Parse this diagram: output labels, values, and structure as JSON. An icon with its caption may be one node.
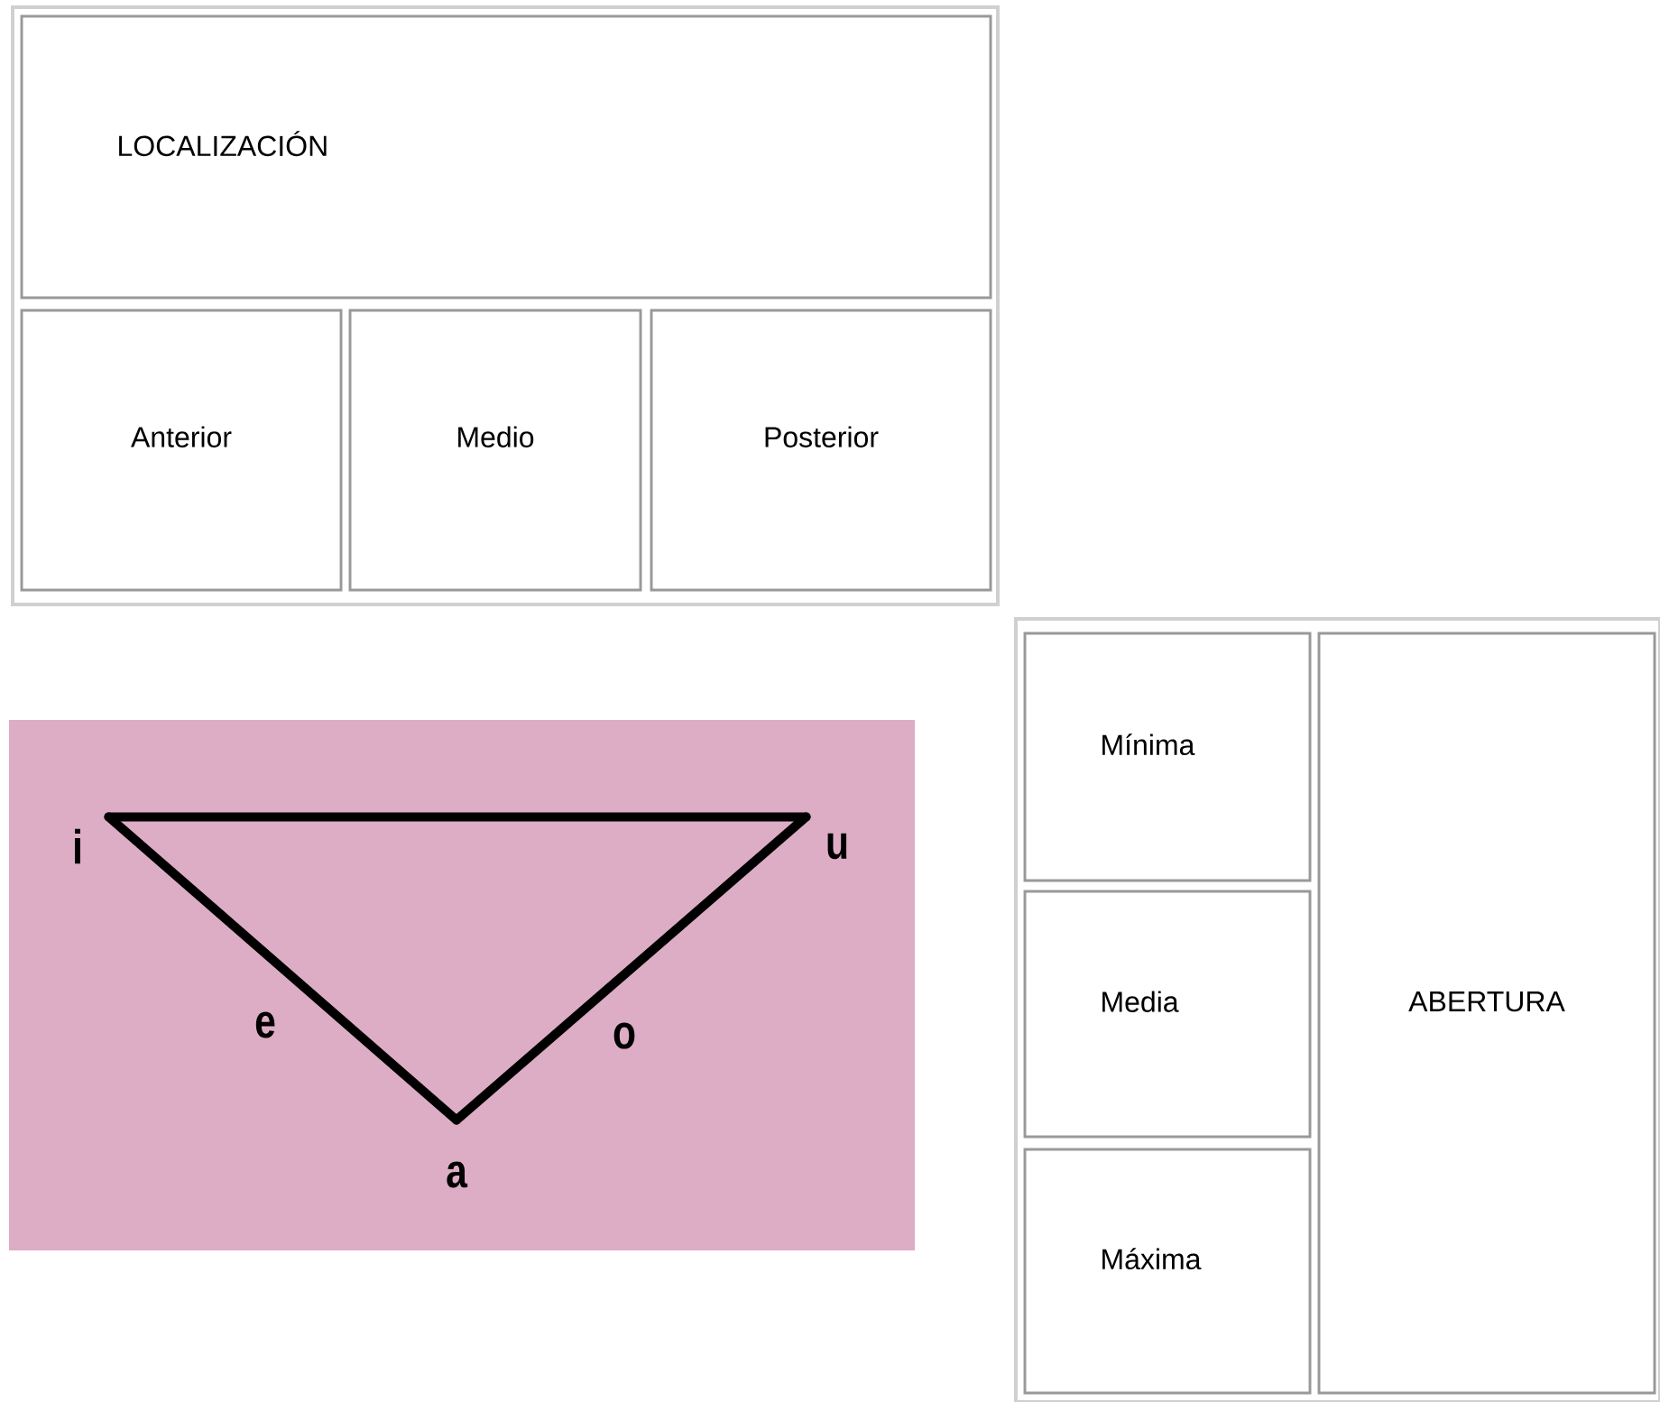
{
  "diagram": {
    "nodes": [
      {
        "text": [],
        "shape": "box"
      },
      {
        "text": [
          "LOCALIZACIÓN"
        ],
        "in": 0
      },
      {
        "text": [
          "Anterior"
        ],
        "in": 0
      },
      {
        "text": [
          "Medio"
        ],
        "in": 0
      },
      {
        "text": [
          "Posterior"
        ],
        "in": 0
      },
      {
        "text": [],
        "shape": "box"
      },
      {
        "text": [
          "i"
        ],
        "in": 5
      },
      {
        "text": [
          "u"
        ],
        "in": 5
      },
      {
        "text": [
          "a"
        ],
        "in": 5
      },
      {
        "text": [],
        "shape": "box"
      },
      {
        "text": [
          "Mínima"
        ],
        "in": 9
      },
      {
        "text": [
          "Media"
        ],
        "in": 9
      },
      {
        "text": [
          "Máxima"
        ],
        "in": 9
      },
      {
        "text": [
          "ABERTURA"
        ],
        "in": 9
      }
    ],
    "edges": [
      {
        "from": 6,
        "to": 7,
        "arrow": "none"
      },
      {
        "from": 6,
        "to": 8,
        "arrow": "none",
        "label": "e"
      },
      {
        "from": 8,
        "to": 7,
        "arrow": "none",
        "label": "o"
      }
    ]
  }
}
